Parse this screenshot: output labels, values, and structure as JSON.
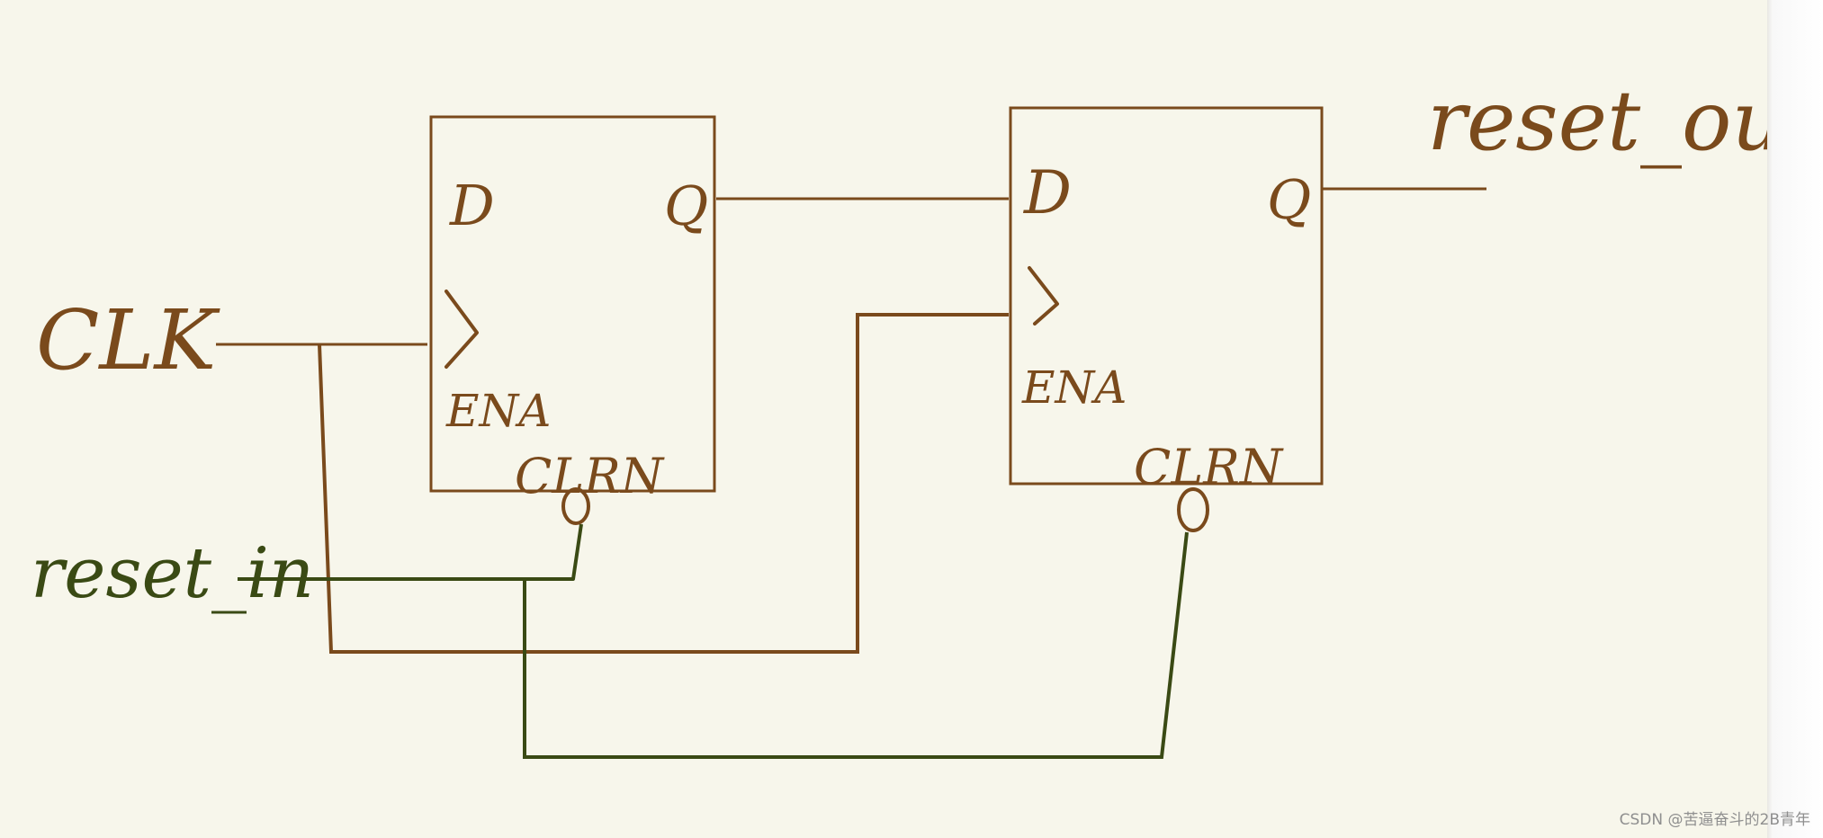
{
  "labels": {
    "clk": "CLK",
    "reset_in": "reset_in",
    "reset_out": "reset_out",
    "ff1": {
      "d": "D",
      "q": "Q",
      "ena": "ENA",
      "clrn": "CLRN"
    },
    "ff2": {
      "d": "D",
      "q": "Q",
      "ena": "ENA",
      "clrn": "CLRN"
    }
  },
  "watermark": "CSDN @苦逼奋斗的2B青年",
  "colors": {
    "background": "#f7f6eb",
    "brown": "#7a4a1c",
    "green": "#3a4a14"
  }
}
